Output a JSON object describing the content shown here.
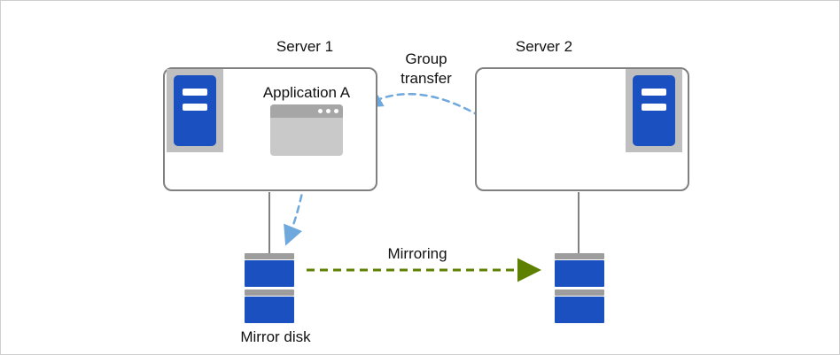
{
  "diagram": {
    "server1": {
      "label": "Server 1",
      "app_label": "Application A"
    },
    "server2": {
      "label": "Server 2"
    },
    "arrows": {
      "group_transfer_label": "Group transfer",
      "mirroring_label": "Mirroring"
    },
    "disks": {
      "mirror_disk_label": "Mirror disk"
    },
    "colors": {
      "server_blue": "#1a50c0",
      "box_border": "#808080",
      "icon_frame": "#bfbfbf",
      "transfer_arrow": "#6fa8dc",
      "mirroring_arrow": "#5e8000",
      "disk_cap": "#9d9d9d",
      "win_body": "#c9c9c9",
      "win_bar": "#a6a6a6"
    }
  }
}
